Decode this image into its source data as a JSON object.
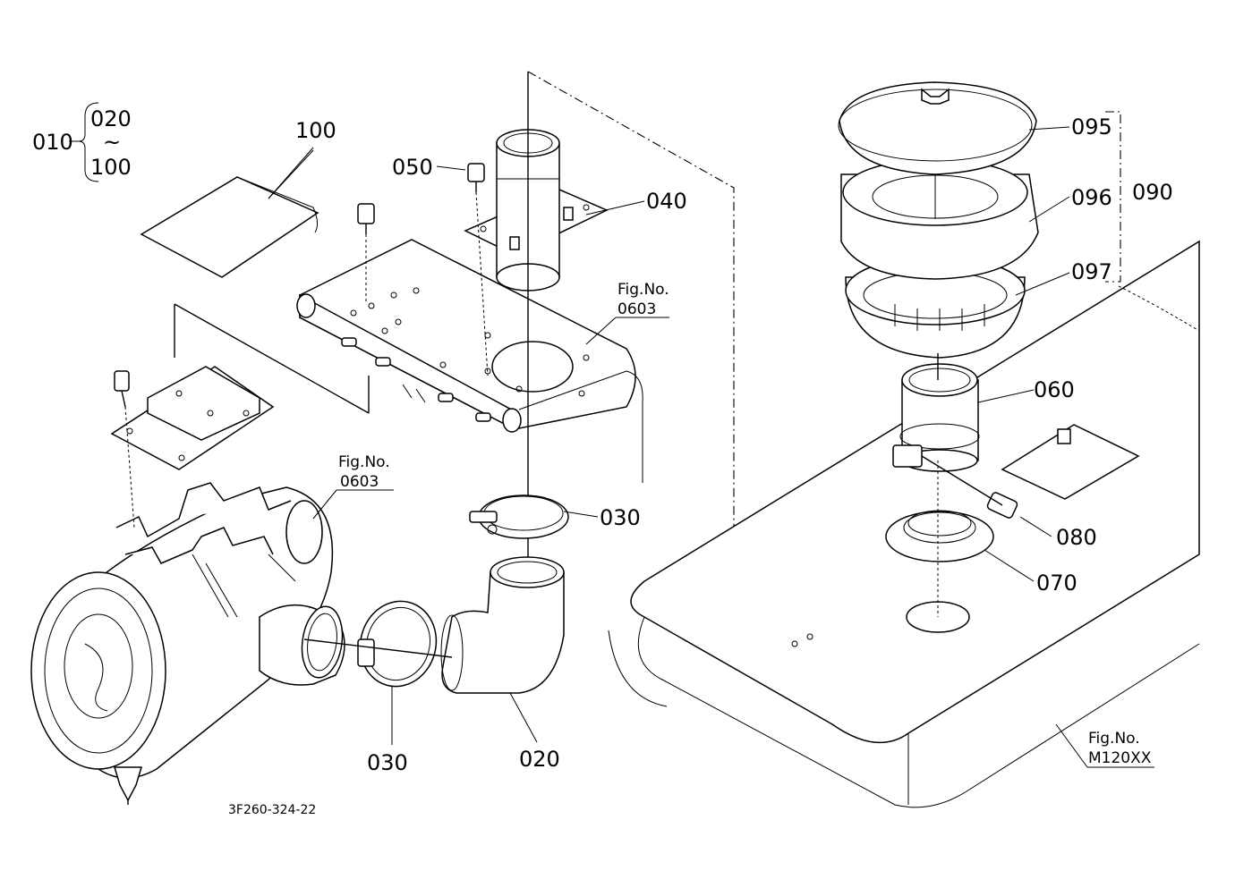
{
  "callouts": {
    "c010": "010",
    "c020_top": "020",
    "tilde": "~",
    "c100_top": "100",
    "c100": "100",
    "c050": "050",
    "c040": "040",
    "c030_top": "030",
    "c030_bottom": "030",
    "c020": "020",
    "c095": "095",
    "c096": "096",
    "c097": "097",
    "c090": "090",
    "c060": "060",
    "c080": "080",
    "c070": "070"
  },
  "figure_refs": {
    "ref1_title": "Fig.No.",
    "ref1_number": "0603",
    "ref2_title": "Fig.No.",
    "ref2_number": "0603",
    "ref3_title": "Fig.No.",
    "ref3_number": "M120XX"
  },
  "drawing_code": "3F260-324-22"
}
